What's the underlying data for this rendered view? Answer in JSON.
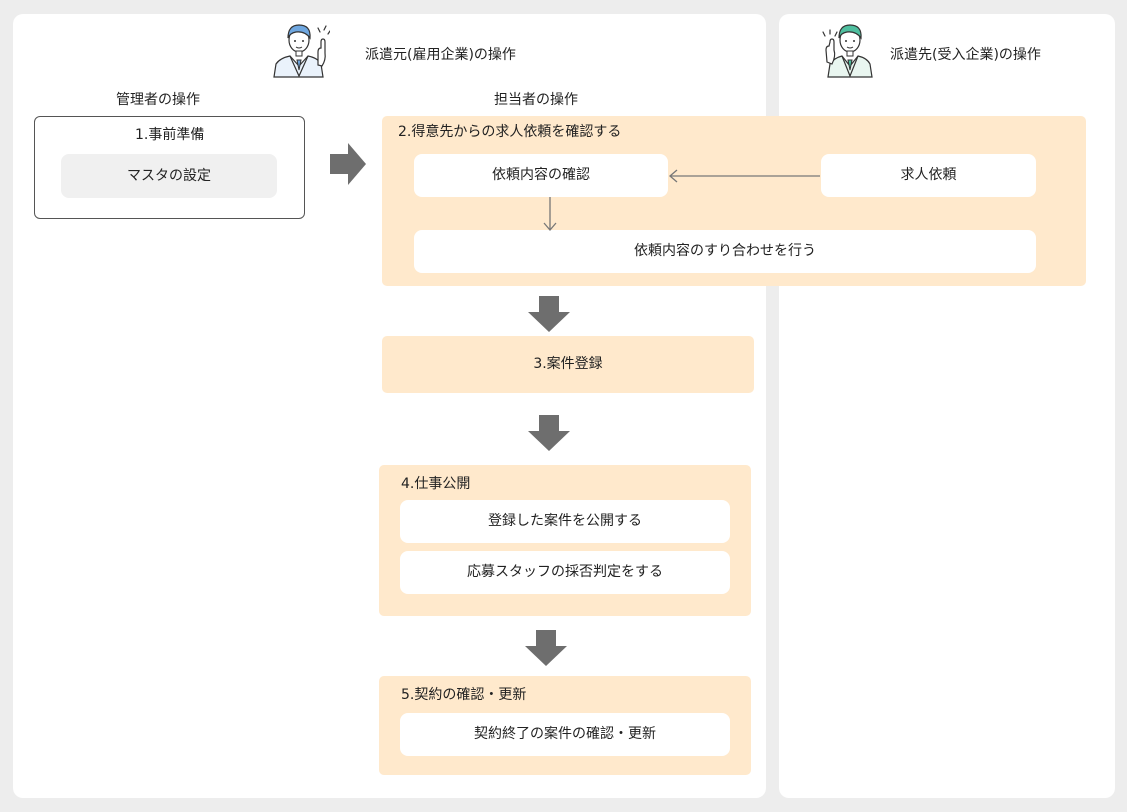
{
  "dispatcher": {
    "title": "派遣元(雇用企業)の操作",
    "admin": {
      "heading": "管理者の操作",
      "step1": {
        "title": "1.事前準備",
        "item": "マスタの設定"
      }
    },
    "staff": {
      "heading": "担当者の操作",
      "step2": {
        "title": "2.得意先からの求人依頼を確認する",
        "check": "依頼内容の確認",
        "adjust": "依頼内容のすり合わせを行う"
      },
      "step3": {
        "title": "3.案件登録"
      },
      "step4": {
        "title": "4.仕事公開",
        "item1": "登録した案件を公開する",
        "item2": "応募スタッフの採否判定をする"
      },
      "step5": {
        "title": "5.契約の確認・更新",
        "item1": "契約終了の案件の確認・更新"
      }
    }
  },
  "client": {
    "title": "派遣先(受入企業)の操作",
    "request": "求人依頼"
  },
  "colors": {
    "background": "#ededed",
    "panel": "#ffffff",
    "step_fill": "#ffe9cc",
    "grey_item": "#f0f0f0",
    "arrow": "#6e6e6e",
    "dispatcher_person": "#6fa7e0",
    "client_person": "#4fbf9f"
  },
  "icons": {
    "dispatcher": "businessman-pointing-icon",
    "client": "businessman-waving-icon"
  }
}
